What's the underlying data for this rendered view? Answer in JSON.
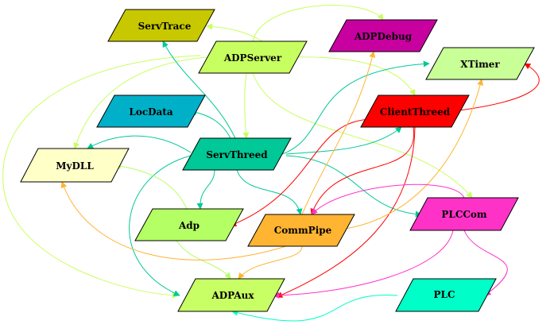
{
  "nodes": [
    {
      "id": "servtrace",
      "label": "ServTrace",
      "color": "#c8c800"
    },
    {
      "id": "adpserver",
      "label": "ADPServer",
      "color": "#c8ff60"
    },
    {
      "id": "adpdebug",
      "label": "ADPDebug",
      "color": "#c800a0"
    },
    {
      "id": "xtimer",
      "label": "XTimer",
      "color": "#c8ff96"
    },
    {
      "id": "locdata",
      "label": "LocData",
      "color": "#00b0c8"
    },
    {
      "id": "clientthreed",
      "label": "ClientThreed",
      "color": "#ff0000"
    },
    {
      "id": "mydll",
      "label": "MyDLL",
      "color": "#ffffc8"
    },
    {
      "id": "servthreed",
      "label": "ServThreed",
      "color": "#00c896"
    },
    {
      "id": "plccom",
      "label": "PLCCom",
      "color": "#ff32c8"
    },
    {
      "id": "adp",
      "label": "Adp",
      "color": "#b4ff64"
    },
    {
      "id": "commpipe",
      "label": "CommPipe",
      "color": "#ffb432"
    },
    {
      "id": "adpaux",
      "label": "ADPAux",
      "color": "#c8ff64"
    },
    {
      "id": "plc",
      "label": "PLC",
      "color": "#00ffc8"
    }
  ],
  "edges": [
    {
      "from": "adpserver",
      "to": "servtrace",
      "color": "#c8ff60"
    },
    {
      "from": "adpserver",
      "to": "adpdebug",
      "color": "#c8ff60"
    },
    {
      "from": "adpserver",
      "to": "clientthreed",
      "color": "#c8ff60"
    },
    {
      "from": "adpserver",
      "to": "servthreed",
      "color": "#c8ff60"
    },
    {
      "from": "adpserver",
      "to": "mydll",
      "color": "#c8ff60"
    },
    {
      "from": "adpserver",
      "to": "adpaux",
      "color": "#c8ff60"
    },
    {
      "from": "adpserver",
      "to": "plccom",
      "color": "#c8ff60"
    },
    {
      "from": "servthreed",
      "to": "servtrace",
      "color": "#00c896"
    },
    {
      "from": "servthreed",
      "to": "locdata",
      "color": "#00c896"
    },
    {
      "from": "servthreed",
      "to": "mydll",
      "color": "#00c896"
    },
    {
      "from": "servthreed",
      "to": "xtimer",
      "color": "#00c896"
    },
    {
      "from": "servthreed",
      "to": "clientthreed",
      "color": "#00c896"
    },
    {
      "from": "servthreed",
      "to": "adp",
      "color": "#00c896"
    },
    {
      "from": "servthreed",
      "to": "commpipe",
      "color": "#00c896"
    },
    {
      "from": "servthreed",
      "to": "plccom",
      "color": "#00c896"
    },
    {
      "from": "servthreed",
      "to": "adpaux",
      "color": "#00c896"
    },
    {
      "from": "clientthreed",
      "to": "xtimer",
      "color": "#ff0000"
    },
    {
      "from": "clientthreed",
      "to": "adp",
      "color": "#ff0000"
    },
    {
      "from": "clientthreed",
      "to": "commpipe",
      "color": "#ff0000"
    },
    {
      "from": "clientthreed",
      "to": "adpaux",
      "color": "#ff0000"
    },
    {
      "from": "adp",
      "to": "mydll",
      "color": "#b4ff64"
    },
    {
      "from": "adp",
      "to": "adpaux",
      "color": "#b4ff64"
    },
    {
      "from": "commpipe",
      "to": "adpdebug",
      "color": "#ffb432"
    },
    {
      "from": "commpipe",
      "to": "xtimer",
      "color": "#ffb432"
    },
    {
      "from": "commpipe",
      "to": "mydll",
      "color": "#ffb432"
    },
    {
      "from": "commpipe",
      "to": "adpaux",
      "color": "#ffb432"
    },
    {
      "from": "plccom",
      "to": "commpipe",
      "color": "#ff32c8"
    },
    {
      "from": "plccom",
      "to": "adpaux",
      "color": "#ff32c8"
    },
    {
      "from": "plccom",
      "to": "plc",
      "color": "#ff32c8"
    },
    {
      "from": "plc",
      "to": "adpaux",
      "color": "#00ffc8"
    }
  ]
}
